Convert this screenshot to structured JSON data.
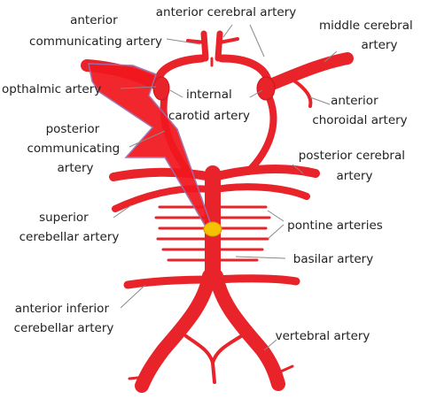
{
  "colors": {
    "artery": "#e8232a",
    "artery_dark": "#c8161d",
    "highlight": "#f2171f",
    "highlight_edge": "#9a6fae",
    "marker": "#f5c200",
    "text": "#222222"
  },
  "labels": {
    "anterior_communicating": [
      "anterior",
      "communicating artery"
    ],
    "anterior_cerebral": [
      "anterior cerebral artery"
    ],
    "middle_cerebral": [
      "middle cerebral",
      "artery"
    ],
    "opthalmic": [
      "opthalmic artery"
    ],
    "internal_carotid": [
      "internal",
      "carotid artery"
    ],
    "anterior_choroidal": [
      "anterior",
      "choroidal artery"
    ],
    "posterior_communicating": [
      "posterior",
      "communicating",
      "artery"
    ],
    "posterior_cerebral": [
      "posterior cerebral",
      "artery"
    ],
    "superior_cerebellar": [
      "superior",
      "cerebellar artery"
    ],
    "pontine": [
      "pontine arteries"
    ],
    "basilar": [
      "basilar artery"
    ],
    "anterior_inferior_cerebellar": [
      "anterior inferior",
      "cerebellar artery"
    ],
    "vertebral": [
      "vertebral artery"
    ]
  }
}
